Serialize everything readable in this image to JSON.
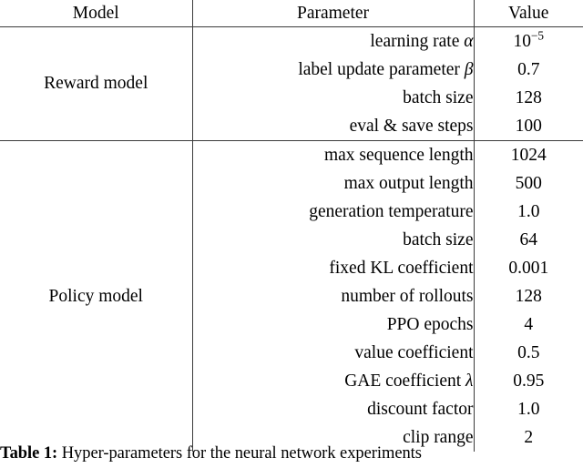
{
  "table": {
    "columns": [
      "Model",
      "Parameter",
      "Value"
    ],
    "sections": [
      {
        "model": "Reward model",
        "rows": [
          {
            "parameter": "learning rate α",
            "parameter_base": "learning rate",
            "parameter_symbol": "α",
            "value": "10",
            "value_sup": "−5"
          },
          {
            "parameter": "label update parameter β",
            "parameter_base": "label update parameter",
            "parameter_symbol": "β",
            "value": "0.7",
            "value_sup": ""
          },
          {
            "parameter": "batch size",
            "parameter_base": "batch size",
            "parameter_symbol": "",
            "value": "128",
            "value_sup": ""
          },
          {
            "parameter": "eval & save steps",
            "parameter_base": "eval & save steps",
            "parameter_symbol": "",
            "value": "100",
            "value_sup": ""
          }
        ]
      },
      {
        "model": "Policy model",
        "rows": [
          {
            "parameter": "max sequence length",
            "parameter_base": "max sequence length",
            "parameter_symbol": "",
            "value": "1024",
            "value_sup": ""
          },
          {
            "parameter": "max output length",
            "parameter_base": "max output length",
            "parameter_symbol": "",
            "value": "500",
            "value_sup": ""
          },
          {
            "parameter": "generation temperature",
            "parameter_base": "generation temperature",
            "parameter_symbol": "",
            "value": "1.0",
            "value_sup": ""
          },
          {
            "parameter": "batch size",
            "parameter_base": "batch size",
            "parameter_symbol": "",
            "value": "64",
            "value_sup": ""
          },
          {
            "parameter": "fixed KL coefficient",
            "parameter_base": "fixed KL coefficient",
            "parameter_symbol": "",
            "value": "0.001",
            "value_sup": ""
          },
          {
            "parameter": "number of rollouts",
            "parameter_base": "number of rollouts",
            "parameter_symbol": "",
            "value": "128",
            "value_sup": ""
          },
          {
            "parameter": "PPO epochs",
            "parameter_base": "PPO epochs",
            "parameter_symbol": "",
            "value": "4",
            "value_sup": ""
          },
          {
            "parameter": "value coefficient",
            "parameter_base": "value coefficient",
            "parameter_symbol": "",
            "value": "0.5",
            "value_sup": ""
          },
          {
            "parameter": "GAE coefficient λ",
            "parameter_base": "GAE coefficient",
            "parameter_symbol": "λ",
            "value": "0.95",
            "value_sup": ""
          },
          {
            "parameter": "discount factor",
            "parameter_base": "discount factor",
            "parameter_symbol": "",
            "value": "1.0",
            "value_sup": ""
          },
          {
            "parameter": "clip range",
            "parameter_base": "clip range",
            "parameter_symbol": "",
            "value": "2",
            "value_sup": ""
          }
        ]
      }
    ]
  },
  "caption": {
    "label": "Table 1:",
    "text": "Hyper-parameters for the neural network experiments"
  },
  "colors": {
    "rule": "#3b3b3b",
    "text": "#000000",
    "background": "#ffffff"
  }
}
